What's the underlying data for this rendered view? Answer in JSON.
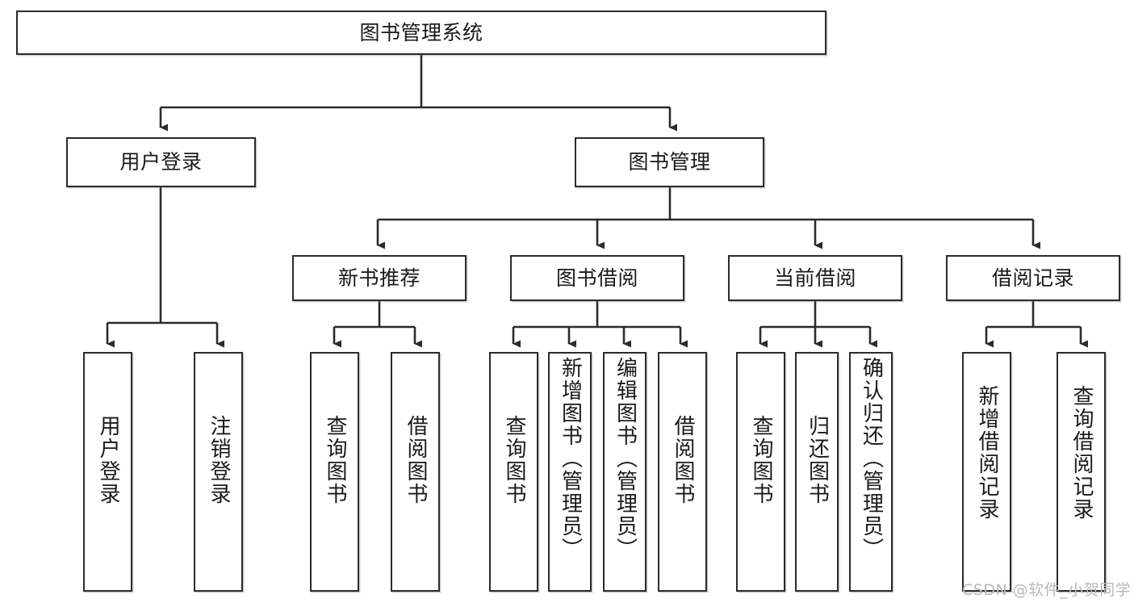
{
  "diagram": {
    "title_node": "图书管理系统",
    "watermark": "CSDN @软件_小贺同学",
    "stroke_color": "#2b2b2b",
    "fill_color": "#ffffff",
    "text_color": "#1a1a1a",
    "watermark_color": "#b9b9b9",
    "levels": {
      "root": [
        "图书管理系统"
      ],
      "level1": [
        "用户登录",
        "图书管理"
      ],
      "level2": [
        "新书推荐",
        "图书借阅",
        "当前借阅",
        "借阅记录"
      ],
      "leaves": [
        "用户登录",
        "注销登录",
        "查询图书",
        "借阅图书",
        "查询图书",
        "新增图书（管理员）",
        "编辑图书（管理员）",
        "借阅图书",
        "查询图书",
        "归还图书",
        "确认归还（管理员）",
        "新增借阅记录",
        "查询借阅记录"
      ]
    },
    "nodes": {
      "root": {
        "label": "图书管理系统"
      },
      "user_login": {
        "label": "用户登录"
      },
      "book_manage": {
        "label": "图书管理"
      },
      "new_book_rec": {
        "label": "新书推荐"
      },
      "book_borrow": {
        "label": "图书借阅"
      },
      "current_borrow": {
        "label": "当前借阅"
      },
      "borrow_record": {
        "label": "借阅记录"
      },
      "leaf_user_login": {
        "label": "用户登录"
      },
      "leaf_logout": {
        "label": "注销登录"
      },
      "leaf_query_book_a": {
        "label": "查询图书"
      },
      "leaf_borrow_book_a": {
        "label": "借阅图书"
      },
      "leaf_query_book_b": {
        "label": "查询图书"
      },
      "leaf_add_book_admin": {
        "label": "新增图书（管理员）"
      },
      "leaf_edit_book_admin": {
        "label": "编辑图书（管理员）"
      },
      "leaf_borrow_book_b": {
        "label": "借阅图书"
      },
      "leaf_query_book_c": {
        "label": "查询图书"
      },
      "leaf_return_book": {
        "label": "归还图书"
      },
      "leaf_confirm_return_admin": {
        "label": "确认归还（管理员）"
      },
      "leaf_add_borrow_record": {
        "label": "新增借阅记录"
      },
      "leaf_query_borrow_record": {
        "label": "查询借阅记录"
      }
    }
  }
}
